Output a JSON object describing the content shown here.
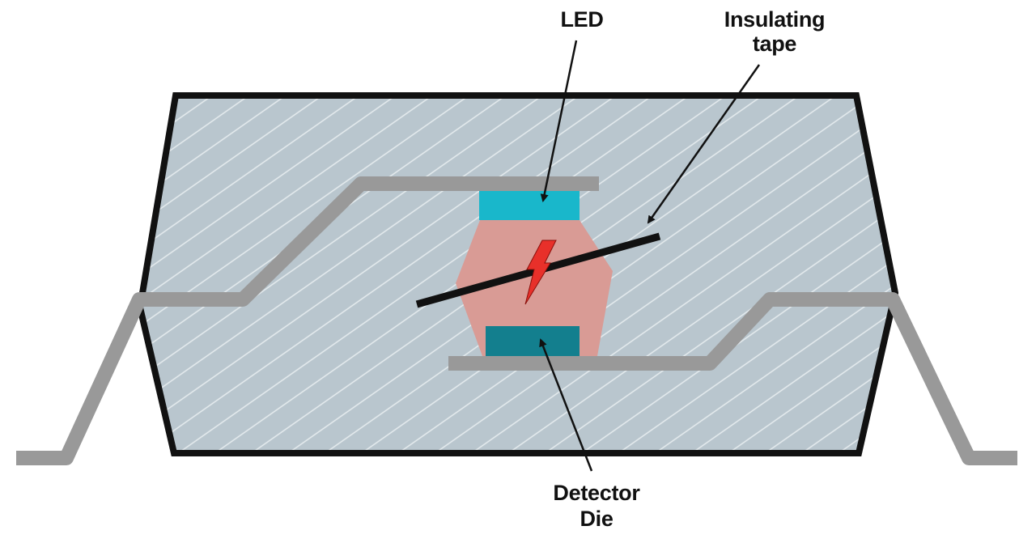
{
  "labels": {
    "led": "LED",
    "insulating_tape_line1": "Insulating",
    "insulating_tape_line2": "tape",
    "detector_die_line1": "Detector",
    "detector_die_line2": "Die"
  },
  "colors": {
    "package_fill": "#b9c6ce",
    "package_outline": "#111111",
    "hatch": "#e6ecef",
    "lead_frame": "#999999",
    "led": "#19b7cb",
    "detector": "#137f8e",
    "isolation_gel": "#d99b95",
    "insulating_tape": "#111111",
    "spark": "#e8302a"
  }
}
